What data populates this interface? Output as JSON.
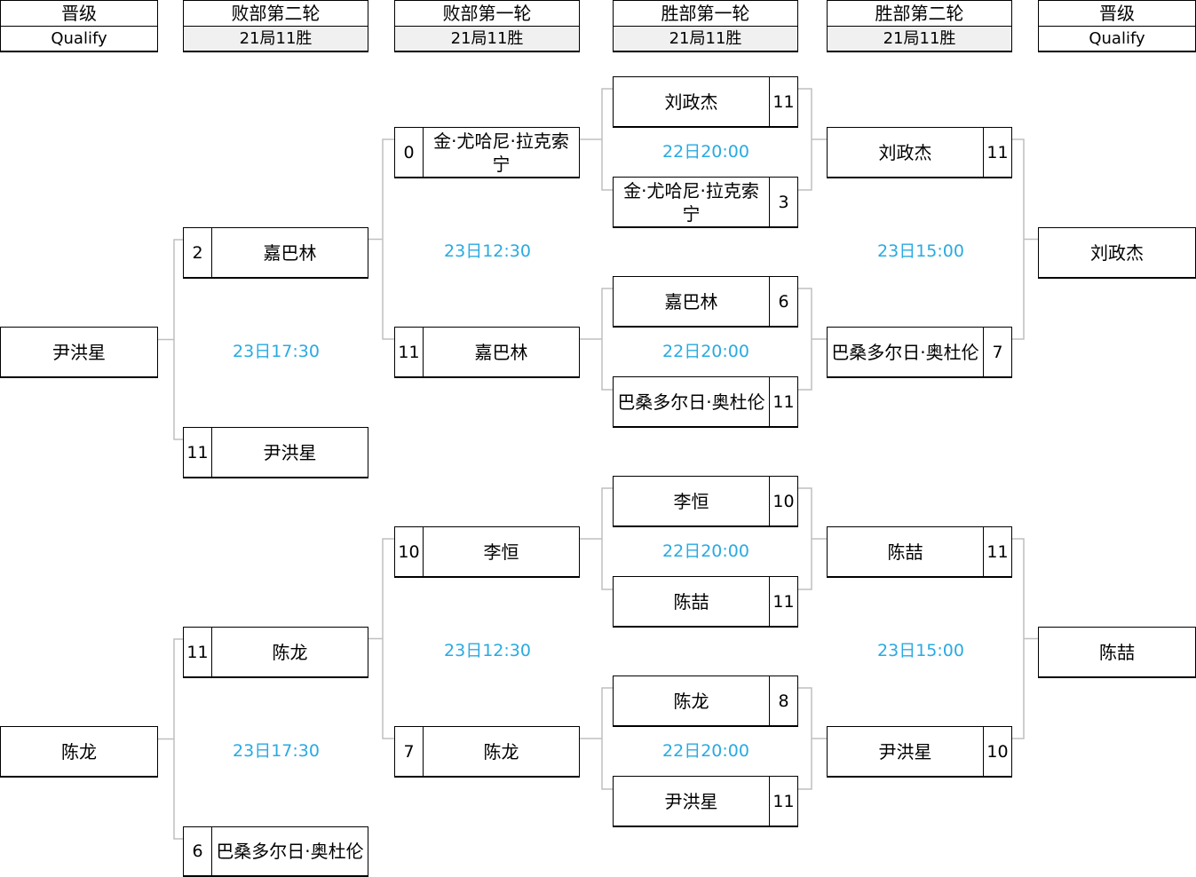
{
  "headers": {
    "qualify_left": {
      "title": "晋级",
      "sub": "Qualify"
    },
    "losers_r2": {
      "title": "败部第二轮",
      "sub": "21局11胜"
    },
    "losers_r1": {
      "title": "败部第一轮",
      "sub": "21局11胜"
    },
    "winners_r1": {
      "title": "胜部第一轮",
      "sub": "21局11胜"
    },
    "winners_r2": {
      "title": "胜部第二轮",
      "sub": "21局11胜"
    },
    "qualify_right": {
      "title": "晋级",
      "sub": "Qualify"
    }
  },
  "winners_r1": {
    "m1": {
      "time": "22日20:00",
      "p1": {
        "name": "刘政杰",
        "score": "11"
      },
      "p2": {
        "name": "金·尤哈尼·拉克索宁",
        "score": "3"
      }
    },
    "m2": {
      "time": "22日20:00",
      "p1": {
        "name": "嘉巴林",
        "score": "6"
      },
      "p2": {
        "name": "巴桑多尔日·奥杜伦",
        "score": "11"
      }
    },
    "m3": {
      "time": "22日20:00",
      "p1": {
        "name": "李恒",
        "score": "10"
      },
      "p2": {
        "name": "陈喆",
        "score": "11"
      }
    },
    "m4": {
      "time": "22日20:00",
      "p1": {
        "name": "陈龙",
        "score": "8"
      },
      "p2": {
        "name": "尹洪星",
        "score": "11"
      }
    }
  },
  "winners_r2": {
    "m1": {
      "time": "23日15:00",
      "p1": {
        "name": "刘政杰",
        "score": "11"
      },
      "p2": {
        "name": "巴桑多尔日·奥杜伦",
        "score": "7"
      }
    },
    "m2": {
      "time": "23日15:00",
      "p1": {
        "name": "陈喆",
        "score": "11"
      },
      "p2": {
        "name": "尹洪星",
        "score": "10"
      }
    }
  },
  "qualify_right": {
    "q1": "刘政杰",
    "q2": "陈喆"
  },
  "losers_r1": {
    "m1": {
      "time": "23日12:30",
      "p1": {
        "name": "金·尤哈尼·拉克索宁",
        "score": "0"
      },
      "p2": {
        "name": "嘉巴林",
        "score": "11"
      }
    },
    "m2": {
      "time": "23日12:30",
      "p1": {
        "name": "李恒",
        "score": "10"
      },
      "p2": {
        "name": "陈龙",
        "score": "7"
      }
    }
  },
  "losers_r2": {
    "m1": {
      "time": "23日17:30",
      "p1": {
        "name": "嘉巴林",
        "score": "2"
      },
      "p2": {
        "name": "尹洪星",
        "score": "11"
      }
    },
    "m2": {
      "time": "23日17:30",
      "p1": {
        "name": "陈龙",
        "score": "11"
      },
      "p2": {
        "name": "巴桑多尔日·奥杜伦",
        "score": "6"
      }
    }
  },
  "qualify_left": {
    "q1": "尹洪星",
    "q2": "陈龙"
  },
  "colors": {
    "time": "#29aae1",
    "connector": "#bfbfbf",
    "header_sub_bg": "#f0f0f0"
  }
}
